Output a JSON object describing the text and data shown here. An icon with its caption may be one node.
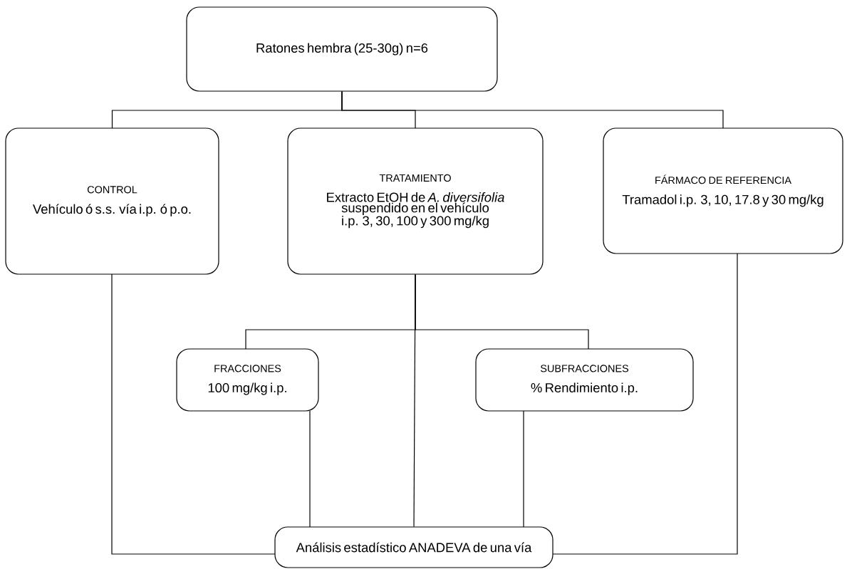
{
  "diagram": {
    "nodes": [
      {
        "text": [
          "Ratones hembra (25-30g) n=6"
        ]
      },
      {
        "text": [
          "CONTROL",
          "Vehículo ó s.s. vía i.p. ó p.o."
        ]
      },
      {
        "text": [
          "TRATAMIENTO",
          "Extracto EtOH de *A. diversifolia* suspendido en el vehículo i.p. 3, 30, 100 y 300 mg/kg"
        ]
      },
      {
        "text": [
          "FÁRMACO DE REFERENCIA",
          "Tramadol i.p. 3, 10, 17.8 y 30 mg/kg"
        ]
      },
      {
        "text": [
          "FRACCIONES",
          "100 mg/kg i.p."
        ]
      },
      {
        "text": [
          "SUBFRACCIONES",
          "% Rendimiento i.p."
        ]
      },
      {
        "text": [
          "Análisis estadístico ANADEVA de una vía"
        ]
      }
    ],
    "edges": [
      {
        "from": 0,
        "to": 1,
        "arrow": "none"
      },
      {
        "from": 0,
        "to": 2,
        "arrow": "none"
      },
      {
        "from": 0,
        "to": 3,
        "arrow": "none"
      },
      {
        "from": 2,
        "to": 4,
        "arrow": "none"
      },
      {
        "from": 2,
        "to": 5,
        "arrow": "none"
      },
      {
        "from": 2,
        "to": 6,
        "arrow": "none"
      },
      {
        "from": 1,
        "to": 6,
        "arrow": "none"
      },
      {
        "from": 3,
        "to": 6,
        "arrow": "none"
      },
      {
        "from": 4,
        "to": 6,
        "arrow": "none"
      },
      {
        "from": 5,
        "to": 6,
        "arrow": "none"
      }
    ]
  }
}
